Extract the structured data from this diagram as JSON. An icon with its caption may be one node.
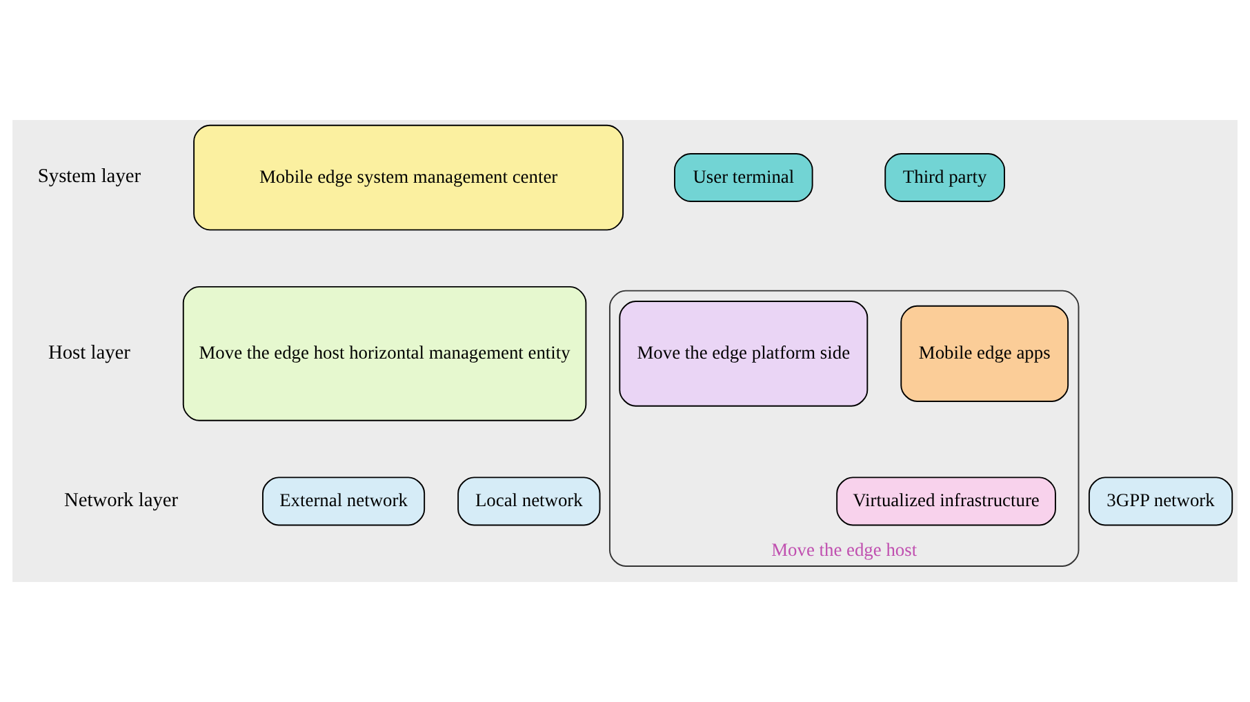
{
  "diagram": {
    "nodes": [
      {
        "text": [
          "Mobile edge system management center"
        ]
      },
      {
        "text": [
          "User terminal"
        ]
      },
      {
        "text": [
          "Third party"
        ]
      },
      {
        "text": [
          "Move the edge host horizontal management entity"
        ]
      },
      {
        "text": [
          "Move the edge host"
        ]
      },
      {
        "text": [
          "Move the edge platform side"
        ],
        "in": 4
      },
      {
        "text": [
          "Mobile edge apps"
        ],
        "in": 4
      },
      {
        "text": [
          "Virtualized infrastructure"
        ],
        "in": 4
      },
      {
        "text": [
          "External network"
        ]
      },
      {
        "text": [
          "Local network"
        ]
      },
      {
        "text": [
          "3GPP network"
        ]
      }
    ],
    "edges": [],
    "labels": [
      "System layer",
      "Host layer",
      "Network layer"
    ]
  }
}
